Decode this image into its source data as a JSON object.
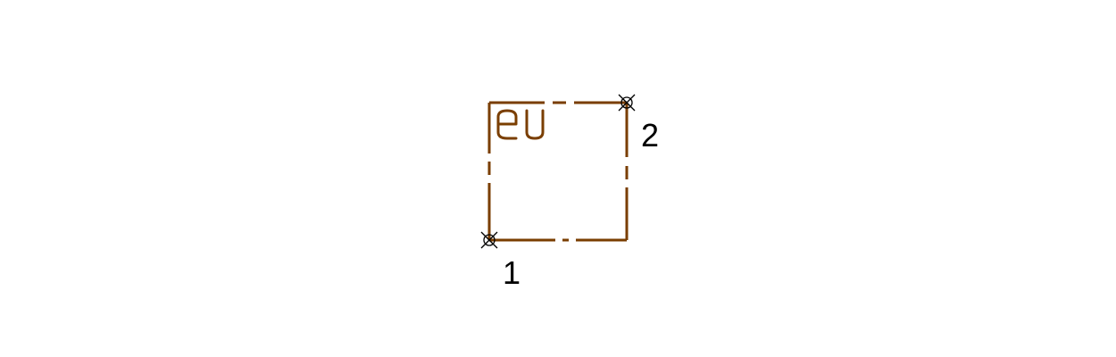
{
  "diagram": {
    "symbol_code": "eu",
    "stroke_color": "#7a3e00",
    "marker_color": "#000000",
    "points": [
      {
        "label": "1",
        "icon": "crossed-circle-icon"
      },
      {
        "label": "2",
        "icon": "crossed-circle-icon"
      }
    ]
  }
}
